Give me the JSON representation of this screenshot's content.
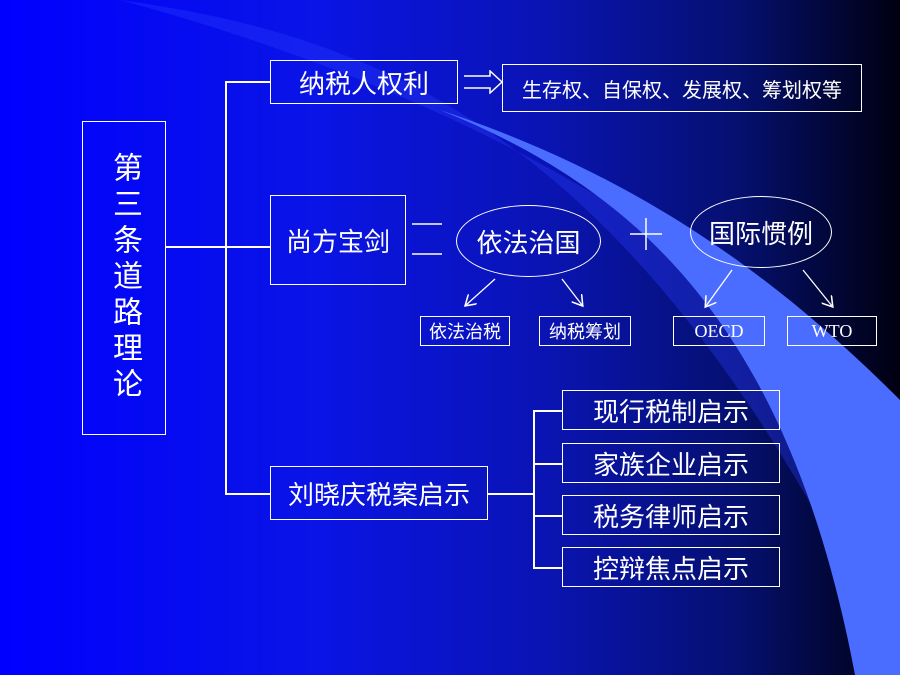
{
  "root": {
    "title": "第三条道路理论"
  },
  "branches": {
    "rights": {
      "label": "纳税人权利",
      "detail": "生存权、自保权、发展权、筹划权等"
    },
    "sword": {
      "label": "尚方宝剑",
      "law": {
        "label": "依法治国",
        "children": [
          "依法治税",
          "纳税筹划"
        ]
      },
      "intl": {
        "label": "国际惯例",
        "children": [
          "OECD",
          "WTO"
        ]
      }
    },
    "case": {
      "label": "刘晓庆税案启示",
      "items": [
        "现行税制启示",
        "家族企业启示",
        "税务律师启示",
        "控辩焦点启示"
      ]
    }
  },
  "colors": {
    "background": "#0a14e6",
    "accent": "#3c64ff",
    "lines": "#ffffff"
  }
}
